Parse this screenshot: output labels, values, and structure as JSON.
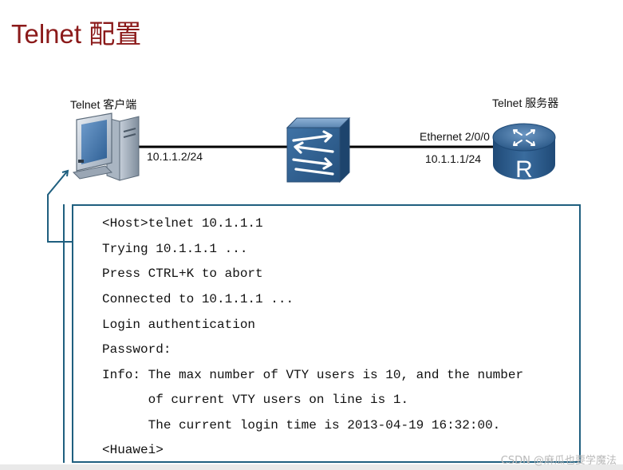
{
  "title": "Telnet 配置",
  "client_label": "Telnet 客户端",
  "server_label": "Telnet 服务器",
  "client_ip": "10.1.1.2/24",
  "server_interface": "Ethernet 2/0/0",
  "server_ip": "10.1.1.1/24",
  "router_letter": "R",
  "terminal_lines": [
    "<Host>telnet 10.1.1.1",
    "Trying 10.1.1.1 ...",
    "Press CTRL+K to abort",
    "Connected to 10.1.1.1 ...",
    "Login authentication",
    "Password:",
    "Info: The max number of VTY users is 10, and the number",
    "      of current VTY users on line is 1.",
    "      The current login time is 2013-04-19 16:32:00.",
    "<Huawei>"
  ],
  "watermark": "CSDN @麻瓜也要学魔法",
  "colors": {
    "title": "#8b1a1a",
    "terminal_border": "#1f5f7f",
    "device_blue": "#2d5f8e"
  },
  "icons": [
    "pc-icon",
    "switch-icon",
    "router-icon"
  ]
}
